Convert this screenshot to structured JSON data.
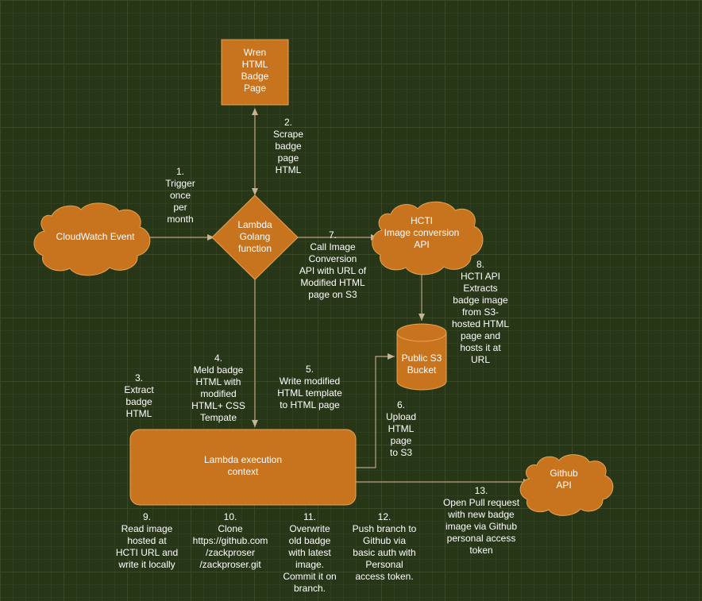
{
  "nodes": {
    "wren_page": "Wren\nHTML\nBadge\nPage",
    "cloudwatch": "CloudWatch Event",
    "lambda_function": "Lambda\nGolang\nfunction",
    "hcti": "HCTI\nImage conversion\nAPI",
    "s3_bucket": "Public S3\nBucket",
    "lambda_context": "Lambda execution\ncontext",
    "github": "Github\nAPI"
  },
  "steps": {
    "s1": "1.\nTrigger\nonce\nper\nmonth",
    "s2": "2.\nScrape\nbadge\npage\nHTML",
    "s3": "3.\nExtract\nbadge\nHTML",
    "s4": "4.\nMeld badge\nHTML with\nmodified\nHTML+ CSS\nTempate",
    "s5": "5.\nWrite modified\nHTML template\nto HTML page",
    "s6": "6.\nUpload\nHTML\npage\nto S3",
    "s7": "7.\nCall Image\nConversion\nAPI with URL of\nModified HTML\npage on S3",
    "s8": "8.\nHCTI API\nExtracts\nbadge image\nfrom S3-\nhosted HTML\npage and\nhosts it at\nURL",
    "s9": "9.\nRead image\nhosted at\nHCTI URL and\nwrite it locally",
    "s10": "10.\nClone\nhttps://github.com\n/zackproser\n/zackproser.git",
    "s11": "11.\nOverwrite\nold badge\nwith latest\nimage.\nCommit it on\nbranch.",
    "s12": "12.\nPush branch to\nGithub via\nbasic auth with\nPersonal\naccess token.",
    "s13": "13.\nOpen Pull request\nwith new badge\nimage via Github\npersonal access\ntoken"
  },
  "colors": {
    "node_fill": "#c8731e",
    "node_stroke": "#e5a552",
    "edge": "#b9a383",
    "text": "#ffffff"
  }
}
